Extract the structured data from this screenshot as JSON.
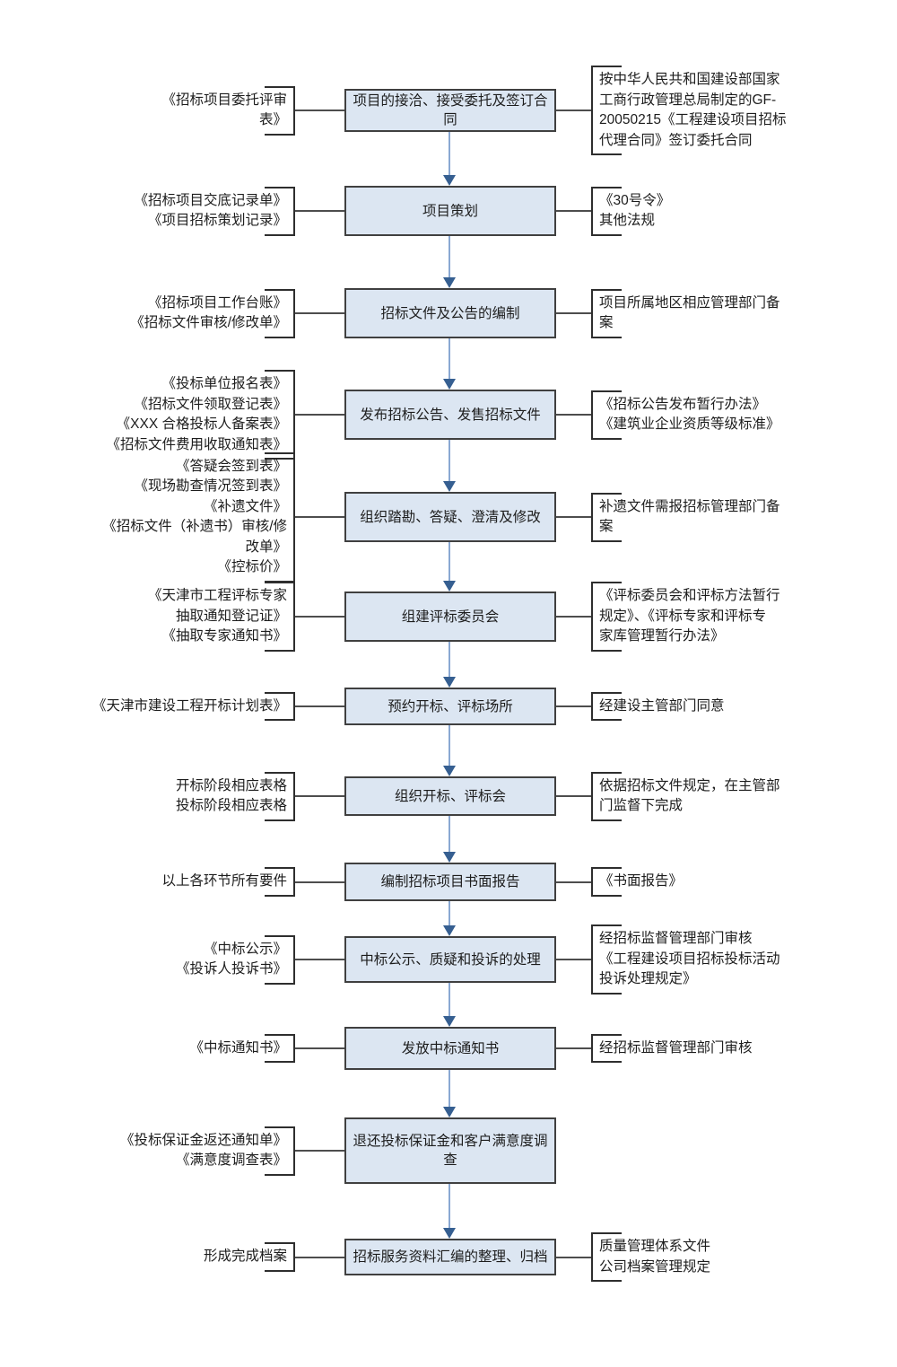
{
  "diagram": {
    "colors": {
      "box_fill": "#dce6f2",
      "box_border": "#404040",
      "bracket_line": "#2e2e2e",
      "connector_line": "#4d4d4d",
      "arrow_line": "#8aa8d2",
      "arrow_head": "#365f91",
      "text": "#1d1d1d"
    },
    "steps": [
      {
        "box": "项目的接洽、接受委托及签订合\n同",
        "left": "《招标项目委托评审\n表》",
        "right": "按中华人民共和国建设部国家\n工商行政管理总局制定的GF-\n20050215《工程建设项目招标\n代理合同》签订委托合同"
      },
      {
        "box": "项目策划",
        "left": "《招标项目交底记录单》\n《项目招标策划记录》",
        "right": "《30号令》\n其他法规"
      },
      {
        "box": "招标文件及公告的编制",
        "left": "《招标项目工作台账》\n《招标文件审核/修改单》",
        "right": "项目所属地区相应管理部门备\n案"
      },
      {
        "box": "发布招标公告、发售招标文件",
        "left": "《投标单位报名表》\n《招标文件领取登记表》\n《XXX 合格投标人备案表》\n《招标文件费用收取通知表》",
        "right": "《招标公告发布暂行办法》\n《建筑业企业资质等级标准》"
      },
      {
        "box": "组织踏勘、答疑、澄清及修改",
        "left": "《答疑会签到表》\n《现场勘查情况签到表》\n《补遗文件》\n《招标文件（补遗书）审核/修\n改单》\n《控标价》",
        "right": "补遗文件需报招标管理部门备\n案"
      },
      {
        "box": "组建评标委员会",
        "left": "《天津市工程评标专家\n抽取通知登记证》\n《抽取专家通知书》",
        "right": "《评标委员会和评标方法暂行\n规定》、《评标专家和评标专\n家库管理暂行办法》"
      },
      {
        "box": "预约开标、评标场所",
        "left": "《天津市建设工程开标计划表》",
        "right": "经建设主管部门同意"
      },
      {
        "box": "组织开标、评标会",
        "left": "开标阶段相应表格\n投标阶段相应表格",
        "right": "依据招标文件规定，在主管部\n门监督下完成"
      },
      {
        "box": "编制招标项目书面报告",
        "left": "以上各环节所有要件",
        "right": "《书面报告》"
      },
      {
        "box": "中标公示、质疑和投诉的处理",
        "left": "《中标公示》\n《投诉人投诉书》",
        "right": "经招标监督管理部门审核\n《工程建设项目招标投标活动\n投诉处理规定》"
      },
      {
        "box": "发放中标通知书",
        "left": "《中标通知书》",
        "right": "经招标监督管理部门审核"
      },
      {
        "box": "退还投标保证金和客户满意度调\n查",
        "left": "《投标保证金返还通知单》\n《满意度调查表》",
        "right": null
      },
      {
        "box": "招标服务资料汇编的整理、归档",
        "left": "形成完成档案",
        "right": "质量管理体系文件\n公司档案管理规定"
      }
    ]
  }
}
